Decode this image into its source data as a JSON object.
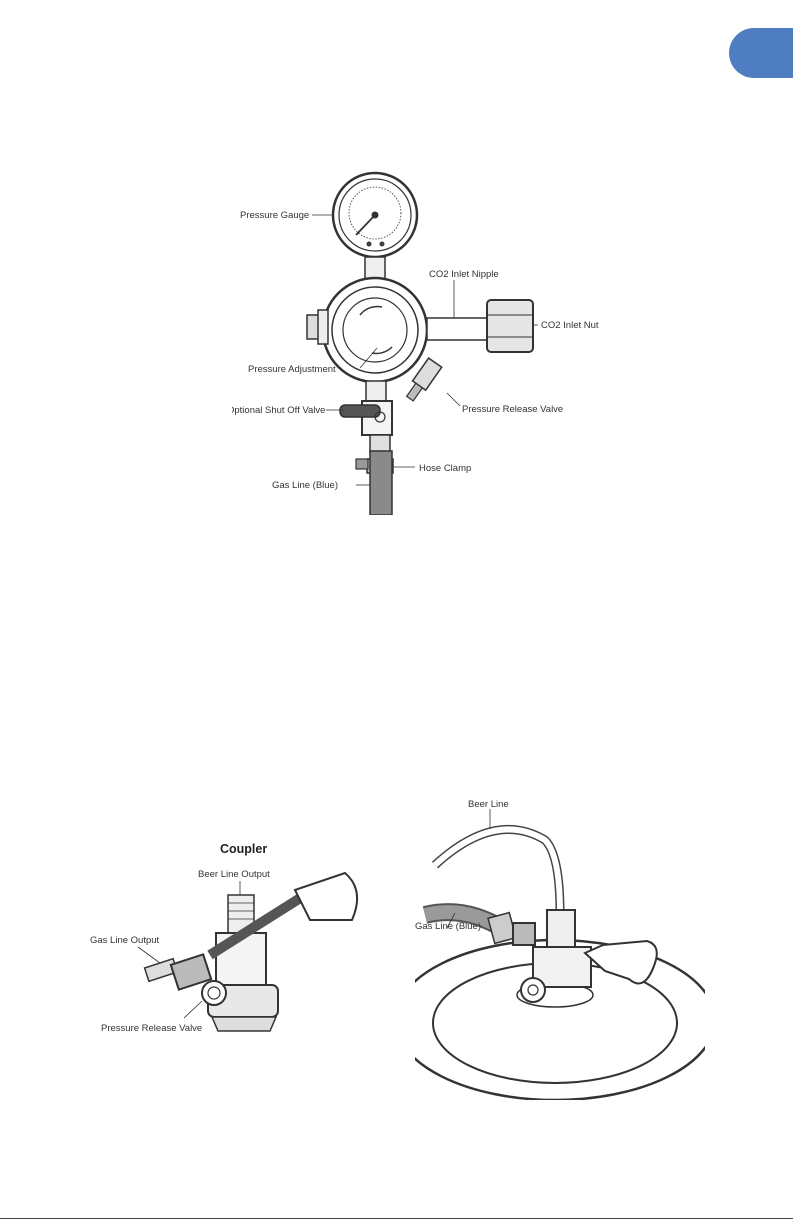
{
  "regulator_figure": {
    "labels": {
      "pressure_gauge": "Pressure Gauge",
      "co2_inlet_nipple": "CO2 Inlet Nipple",
      "co2_inlet_nut": "CO2 Inlet Nut",
      "pressure_adjustment": "Pressure Adjustment",
      "pressure_release_valve": "Pressure Release Valve",
      "optional_shut_off_valve": "Optional Shut Off Valve",
      "hose_clamp": "Hose Clamp",
      "gas_line": "Gas Line (Blue)"
    }
  },
  "coupler_figure": {
    "title": "Coupler",
    "labels": {
      "beer_line_output": "Beer Line Output",
      "gas_line_output": "Gas Line Output",
      "pressure_release_valve": "Pressure Release Valve"
    }
  },
  "keg_figure": {
    "labels": {
      "beer_line": "Beer Line",
      "gas_line": "Gas Line (Blue)"
    }
  },
  "colors": {
    "page_tab": "#4e7ec1"
  }
}
